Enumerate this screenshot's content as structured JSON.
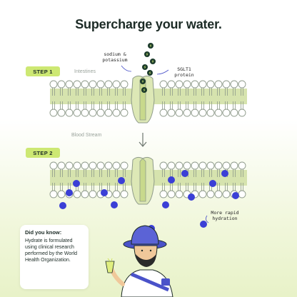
{
  "title": "Supercharge your water.",
  "step1": {
    "badge": "STEP 1",
    "region_label": "Intestines"
  },
  "step2": {
    "badge": "STEP 2",
    "region_label": "Blood Stream"
  },
  "annotations": {
    "sodium_line1": "sodium &",
    "sodium_line2": "potassium",
    "sglt_line1": "SGLT1",
    "sglt_line2": "protein",
    "rapid_line1": "More rapid",
    "rapid_line2": "hydration"
  },
  "did_you_know": {
    "title": "Did you know:",
    "body": "Hydrate is formulated using clinical research performed by the World Health Organization."
  },
  "colors": {
    "membrane_green": "#d6e3ae",
    "lipid_stroke": "#8e9a8a",
    "protein_fill": "#dde8b6",
    "molecule": "#3b3fd6",
    "electrolyte": "#1c3b2b",
    "badge": "#cde873"
  },
  "icons": [
    "lightning-icon",
    "arrow-down-icon",
    "person-illustration"
  ]
}
